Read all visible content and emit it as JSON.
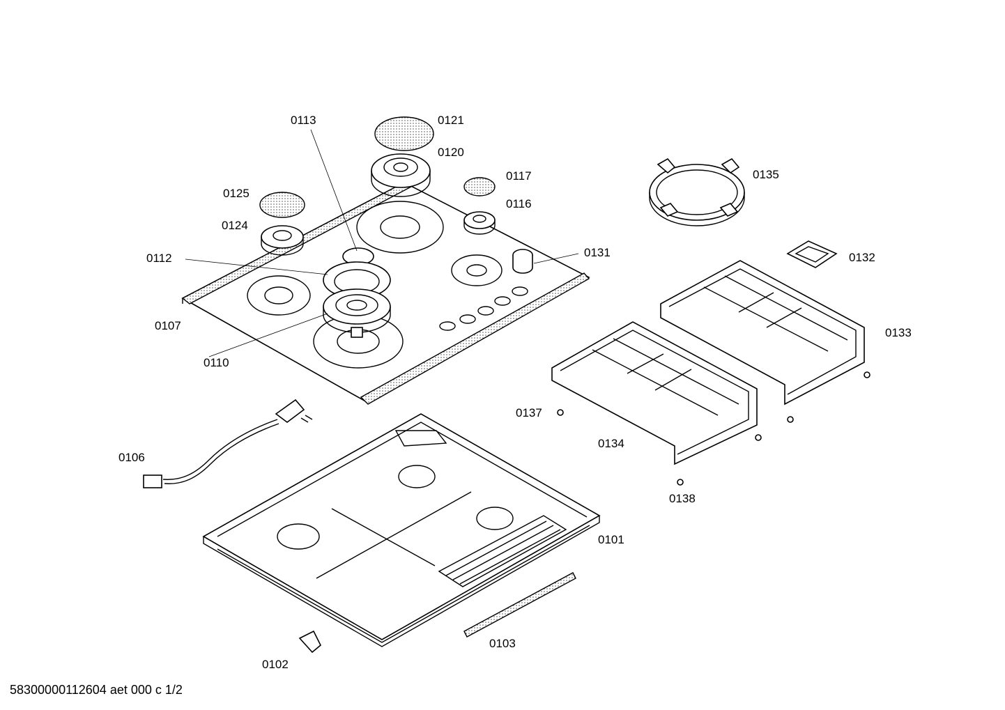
{
  "labels": {
    "p0113": "0113",
    "p0121": "0121",
    "p0120": "0120",
    "p0117": "0117",
    "p0116": "0116",
    "p0125": "0125",
    "p0124": "0124",
    "p0112": "0112",
    "p0131": "0131",
    "p0107": "0107",
    "p0110": "0110",
    "p0135": "0135",
    "p0132": "0132",
    "p0133": "0133",
    "p0137": "0137",
    "p0134": "0134",
    "p0138": "0138",
    "p0106": "0106",
    "p0101": "0101",
    "p0103": "0103",
    "p0102": "0102"
  },
  "footer": "58300000112604 aet 000 c 1/2"
}
